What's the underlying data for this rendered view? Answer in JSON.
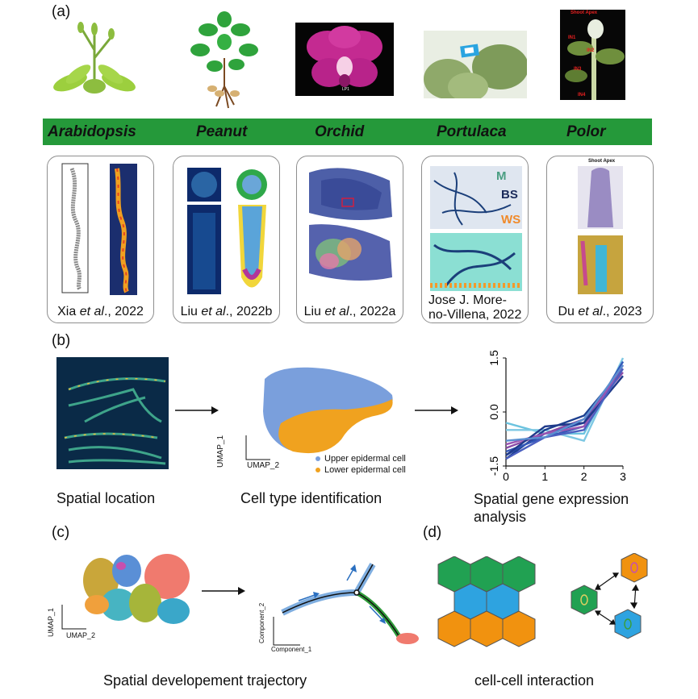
{
  "panel_a": {
    "label": "(a)",
    "species": [
      "Arabidopsis",
      "Peanut",
      "Orchid",
      "Portulaca",
      "Polor"
    ],
    "citations": [
      {
        "pre": "Xia ",
        "em": "et al",
        "post": "., 2022"
      },
      {
        "pre": "Liu ",
        "em": "et al",
        "post": "., 2022b"
      },
      {
        "pre": "Liu ",
        "em": "et al",
        "post": "., 2022a"
      },
      {
        "pre": "Jose J. More-no-Villena, 2022",
        "em": "",
        "post": ""
      },
      {
        "pre": "Du ",
        "em": "et al",
        "post": "., 2023"
      }
    ],
    "photo_labels": {
      "shoot_apex": "Shoot Apex",
      "internodes": [
        "IN1",
        "IN2",
        "IN3",
        "IN4"
      ],
      "portulaca_marks": [
        "M",
        "BS",
        "WS"
      ],
      "orchid_marks": [
        "LP1"
      ],
      "polor_card_title": "Shoot Apex"
    }
  },
  "panel_b": {
    "label": "(b)",
    "captions": [
      "Spatial location",
      "Cell type identification",
      "Spatial gene expression analysis"
    ],
    "umap_axes": {
      "x": "UMAP_2",
      "y": "UMAP_1"
    },
    "legend": [
      {
        "label": "Upper epidermal cell",
        "color": "#7a9fdc"
      },
      {
        "label": "Lower epidermal cell",
        "color": "#f0a21f"
      }
    ]
  },
  "panel_c": {
    "label": "(c)",
    "caption": "Spatial developement trajectory",
    "umap_axes": {
      "x": "UMAP_2",
      "y": "UMAP_1"
    },
    "traj_axes": {
      "x": "Component_1",
      "y": "Component_2"
    }
  },
  "panel_d": {
    "label": "(d)",
    "caption": "cell-cell interaction"
  },
  "chart_data": {
    "type": "line",
    "title": "",
    "xlabel": "",
    "ylabel": "",
    "x": [
      0,
      1,
      2,
      3
    ],
    "xticks": [
      "0",
      "1",
      "2",
      "3"
    ],
    "yticks": [
      "-1.5",
      "0.0",
      "1.5"
    ],
    "xlim": [
      0,
      3
    ],
    "ylim": [
      -1.5,
      1.5
    ],
    "series": [
      {
        "values": [
          -0.3,
          -0.6,
          -0.6,
          1.4
        ],
        "color": "#6bc3df"
      },
      {
        "values": [
          -0.5,
          -0.5,
          -0.8,
          1.5
        ],
        "color": "#7ec8e3"
      },
      {
        "values": [
          -1.3,
          -0.5,
          -0.1,
          1.2
        ],
        "color": "#1c3f8f"
      },
      {
        "values": [
          -1.2,
          -0.6,
          -0.3,
          1.3
        ],
        "color": "#2746a3"
      },
      {
        "values": [
          -1.1,
          -0.7,
          -0.4,
          1.4
        ],
        "color": "#3458b8"
      },
      {
        "values": [
          -1.0,
          -0.6,
          -0.2,
          1.1
        ],
        "color": "#8a4ba6"
      },
      {
        "values": [
          -0.9,
          -0.6,
          -0.4,
          1.3
        ],
        "color": "#9a56b2"
      },
      {
        "values": [
          -1.2,
          -0.4,
          -0.3,
          1.0
        ],
        "color": "#1f3a8a"
      },
      {
        "values": [
          -1.3,
          -0.7,
          -0.5,
          1.2
        ],
        "color": "#4b5fc0"
      },
      {
        "values": [
          -0.8,
          -0.7,
          -0.2,
          1.3
        ],
        "color": "#5a8fd0"
      }
    ]
  }
}
